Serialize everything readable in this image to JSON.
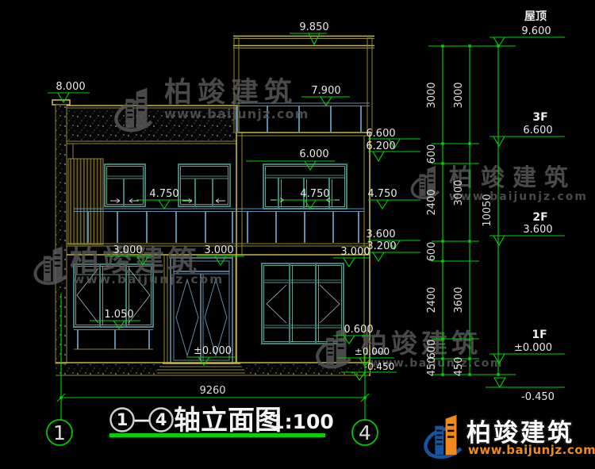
{
  "watermark": {
    "name": "柏竣建筑",
    "url": "www.baijunjz.com"
  },
  "brand": {
    "name": "柏竣建筑",
    "url": "www.baijunjz.com"
  },
  "title_block": {
    "axis_start": "1",
    "separator": "—",
    "axis_end": "4",
    "title": "轴立面图",
    "scale": "1:100"
  },
  "axis_bubbles": {
    "left": "1",
    "right": "4"
  },
  "floor_labels": {
    "roof": "屋顶",
    "f3": "3F",
    "f2": "2F",
    "f1": "1F"
  },
  "elevation_marks": {
    "pergola": "9.850",
    "left_parapet": "8.000",
    "roof_rail": "7.900",
    "roof": "9.600",
    "f3": "6.600",
    "beam_62": "6.200",
    "f2_opening": "6.000",
    "f2_sill": "4.750",
    "band_top": "3.600",
    "beam_32": "3.200",
    "f1_opening": "3.000",
    "sill_left": "1.050",
    "sill_right": "0.600",
    "ground": "±0.000",
    "site": "-0.450"
  },
  "dimensions": {
    "width_total": "9260",
    "height_total": "10050",
    "chain_a": [
      "3000",
      "600",
      "2400",
      "600",
      "2400",
      "600",
      "450"
    ],
    "chain_b": [
      "3000",
      "3000",
      "3600",
      "450"
    ]
  }
}
